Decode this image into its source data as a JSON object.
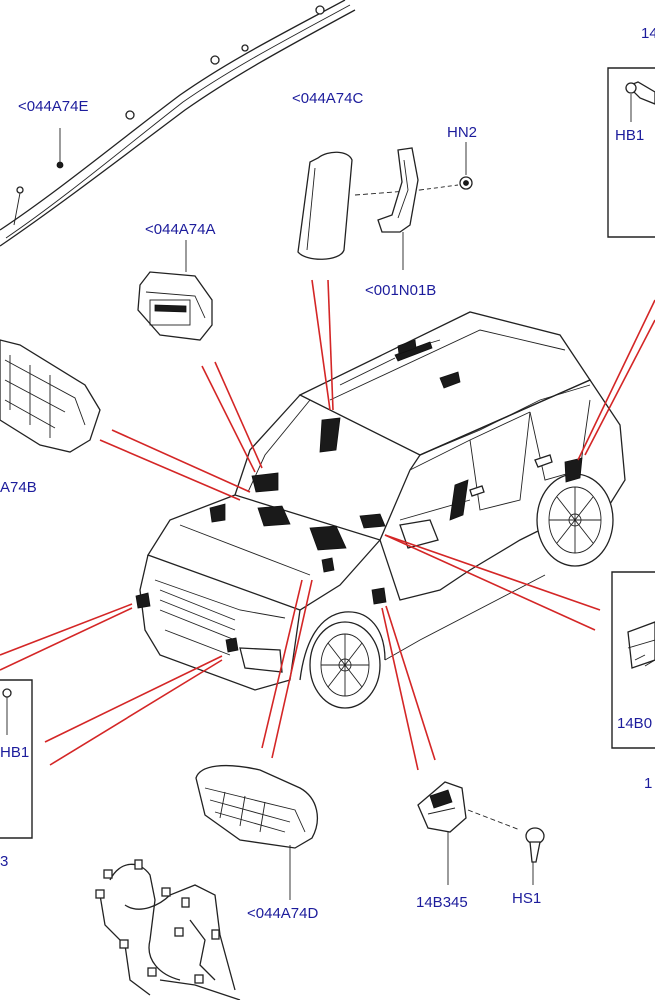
{
  "labels": {
    "label_044A74E": "<044A74E",
    "label_044A74C": "<044A74C",
    "label_HN2": "HN2",
    "label_044A74A": "<044A74A",
    "label_001N01B": "<001N01B",
    "label_HB1_top": "HB1",
    "label_14_top": "14",
    "label_A74B": "A74B",
    "label_HB1_left": "HB1",
    "label_14B0": "14B0",
    "label_1_right": "1",
    "label_044A74D": "<044A74D",
    "label_14B345": "14B345",
    "label_HS1": "HS1",
    "label_3_left": "3"
  },
  "colors": {
    "label_text": "#1c1c9c",
    "leader_lines": "#d42626",
    "line_art": "#222222"
  }
}
